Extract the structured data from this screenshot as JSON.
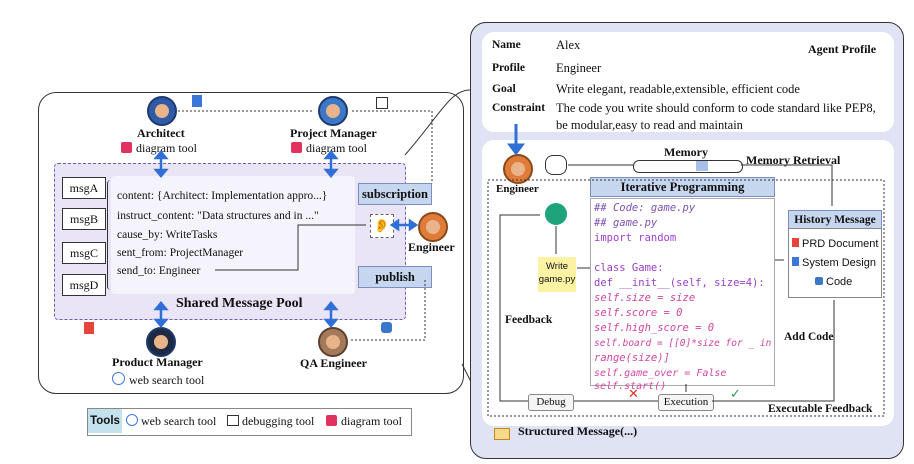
{
  "left": {
    "architect": {
      "role": "Architect",
      "tool": "diagram tool"
    },
    "project_manager": {
      "role": "Project Manager",
      "tool": "diagram tool"
    },
    "product_manager": {
      "role": "Product Manager",
      "tool": "web search tool"
    },
    "qa_engineer": {
      "role": "QA Engineer"
    },
    "engineer": {
      "role": "Engineer"
    },
    "messages": [
      "msgA",
      "msgB",
      "msgC",
      "msgD"
    ],
    "message_fields": [
      "content: {Architect: Implementation appro...}",
      "instruct_content: \"Data structures and in ...\"",
      "cause_by: WriteTasks",
      "sent_from: ProjectManager",
      "send_to: Engineer"
    ],
    "subscription": "subscription",
    "publish": "publish",
    "pool_title": "Shared Message Pool"
  },
  "tools_legend": {
    "title": "Tools",
    "items": [
      "web search tool",
      "debugging tool",
      "diagram tool"
    ]
  },
  "profile": {
    "title": "Agent Profile",
    "rows": [
      {
        "key": "Name",
        "value": "Alex"
      },
      {
        "key": "Profile",
        "value": "Engineer"
      },
      {
        "key": "Goal",
        "value": "Write elegant, readable,extensible, efficient code"
      },
      {
        "key": "Constraint",
        "value": "The code you write should conform to code standard like PEP8,"
      },
      {
        "key": "",
        "value": "be modular,easy to read and maintain"
      }
    ]
  },
  "work": {
    "engineer": "Engineer",
    "memory": "Memory",
    "memory_retrieval": "Memory Retrieval",
    "iterative": "Iterative Programming",
    "history_title": "History Message",
    "history_items": [
      "PRD Document",
      "System Design",
      "Code"
    ],
    "write_label": "Write\ngame.py",
    "feedback": "Feedback",
    "add_code": "Add Code",
    "debug": "Debug",
    "execution": "Execution",
    "executable_feedback": "Executable Feedback",
    "structured_message": "Structured Message(...)"
  },
  "code_lines": [
    "## Code: game.py",
    "## game.py",
    "import random",
    "",
    "class Game:",
    "    def __init__(self, size=4):",
    "        self.size = size",
    "        self.score = 0",
    "        self.high_score = 0",
    "        self.board = [[0]*size for _ in",
    "range(size)]",
    "        self.game_over = False",
    "        self.start()"
  ],
  "colors": {
    "accent": "#2f6fd6",
    "pool_bg": "#e9e4f6",
    "right_bg": "#dfe3f4",
    "tag_bg": "#c7d6ef"
  }
}
